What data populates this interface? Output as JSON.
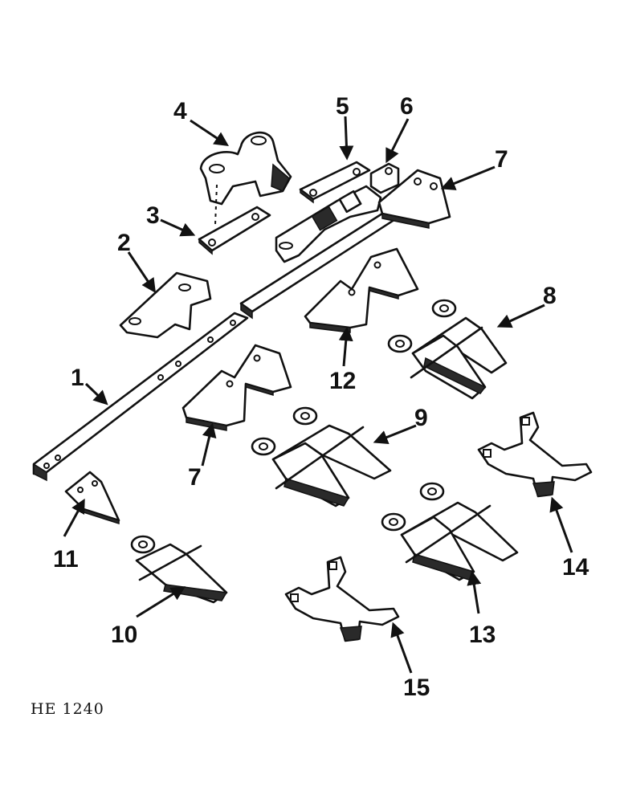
{
  "diagram": {
    "reference": "HE 1240",
    "callouts": [
      "1",
      "2",
      "3",
      "4",
      "5",
      "6",
      "7",
      "7",
      "8",
      "9",
      "10",
      "11",
      "12",
      "13",
      "14",
      "15"
    ]
  }
}
